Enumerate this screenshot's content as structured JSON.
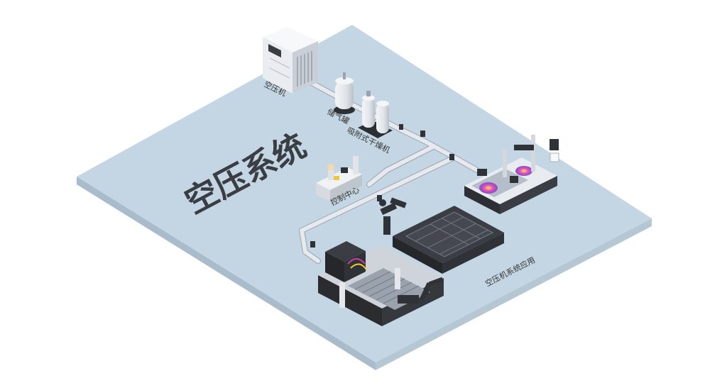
{
  "diagram": {
    "title": "空压系统",
    "labels": {
      "compressor": "空压机",
      "tank": "储气罐",
      "dryer": "吸附式干燥机",
      "control": "控制中心",
      "application": "空压机系统应用"
    }
  },
  "colors": {
    "floor": "#c4d6e3",
    "floor_edge": "#a9bccb",
    "pipe": "#e2e5ea",
    "pipe_stroke": "#9aa4b0",
    "machine_dark": "#2a2c30",
    "title": "#3a3d43",
    "accent_magenta": "#d63a9e",
    "accent_yellow": "#f2c82d"
  }
}
